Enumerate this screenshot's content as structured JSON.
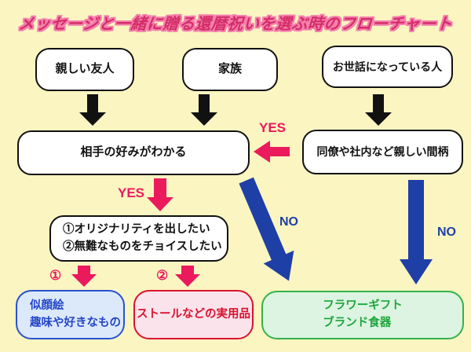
{
  "title": "メッセージと一緒に贈る還暦祝いを選ぶ時のフローチャート",
  "nodes": {
    "friend": {
      "label": "親しい友人"
    },
    "family": {
      "label": "家族"
    },
    "acquaintance": {
      "label": "お世話になっている人"
    },
    "know_preference": {
      "label": "相手の好みがわかる"
    },
    "colleague": {
      "label": "同僚や社内など親しい間柄"
    },
    "choice": {
      "line1": "①オリジナリティを出したい",
      "line2": "②無難なものをチョイスしたい"
    },
    "portrait": {
      "line1": "似顔絵",
      "line2": "趣味や好きなもの"
    },
    "stole": {
      "label": "ストールなどの実用品"
    },
    "flower": {
      "line1": "フラワーギフト",
      "line2": "ブランド食器"
    }
  },
  "edge_labels": {
    "yes_from_colleague": "YES",
    "yes_from_know": "YES",
    "no_from_know": "NO",
    "no_from_colleague": "NO",
    "branch1": "①",
    "branch2": "②"
  },
  "colors": {
    "bg": "#FAF5C1",
    "title_fill": "#D42E68",
    "title_outline": "#F57FAD",
    "ink": "#111111",
    "pink": "#EB1A5D",
    "blue": "#1E3FA6",
    "portrait_border": "#2A52CE",
    "portrait_fill": "#DCE9FB",
    "portrait_text": "#2446C6",
    "stole_border": "#D8142E",
    "stole_fill": "#FBE3EC",
    "stole_text": "#D8142E",
    "flower_border": "#35B14A",
    "flower_fill": "#DCF4E1",
    "flower_text": "#1FA53C"
  }
}
